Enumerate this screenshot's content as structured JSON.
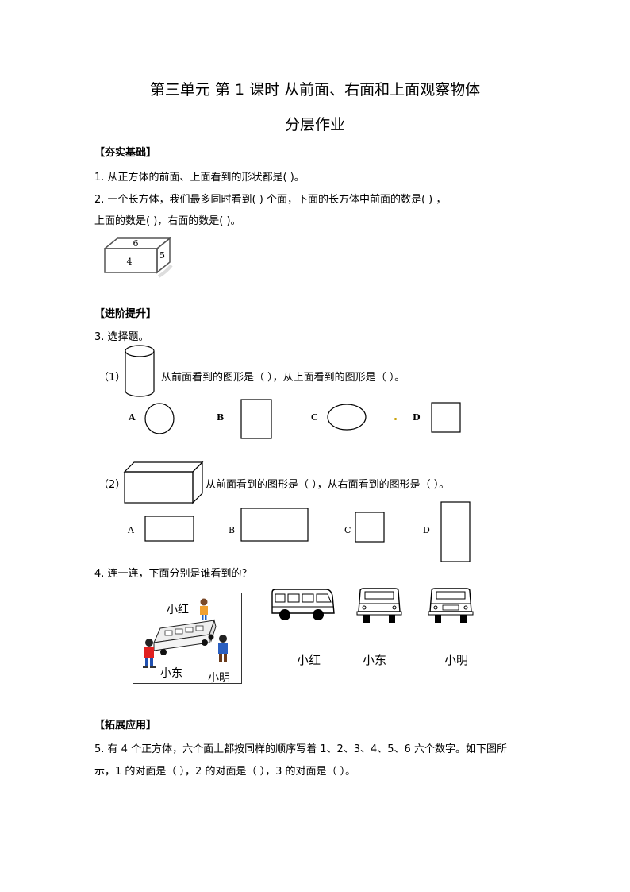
{
  "header": {
    "title": "第三单元    第 1 课时  从前面、右面和上面观察物体",
    "subtitle": "分层作业"
  },
  "sections": {
    "basic": "【夯实基础】",
    "advanced": "【进阶提升】",
    "extend": "【拓展应用】"
  },
  "q1": {
    "text": "1. 从正方体的前面、上面看到的形状都是(          )。"
  },
  "q2": {
    "line1": "2. 一个长方体，我们最多同时看到(        ) 个面，下面的长方体中前面的数是(           ) ，",
    "line2": "上面的数是(          )，右面的数是(        )。",
    "face_front": "4",
    "face_top": "6",
    "face_right": "5"
  },
  "q3": {
    "text": "3. 选择题。",
    "sub1": {
      "num": "（1）",
      "text": "从前面看到的图形是（             ），从上面看到的图形是（             ）。",
      "options": [
        "A",
        "B",
        "C",
        "D"
      ]
    },
    "sub2": {
      "num": "（2）",
      "text": "从前面看到的图形是（           ），从右面看到的图形是（           ）。",
      "options": [
        "A",
        "B",
        "C",
        "D"
      ]
    }
  },
  "q4": {
    "text": "4. 连一连，下面分别是谁看到的？",
    "names_in_pic": [
      "小红",
      "小东",
      "小明"
    ],
    "labels": [
      "小红",
      "小东",
      "小明"
    ]
  },
  "q5": {
    "line1": "5. 有 4 个正方体，六个面上都按同样的顺序写着 1、2、3、4、5、6 六个数字。如下图所",
    "line2": "示，1 的对面是（           ），2 的对面是（           ），3 的对面是（            ）。"
  }
}
